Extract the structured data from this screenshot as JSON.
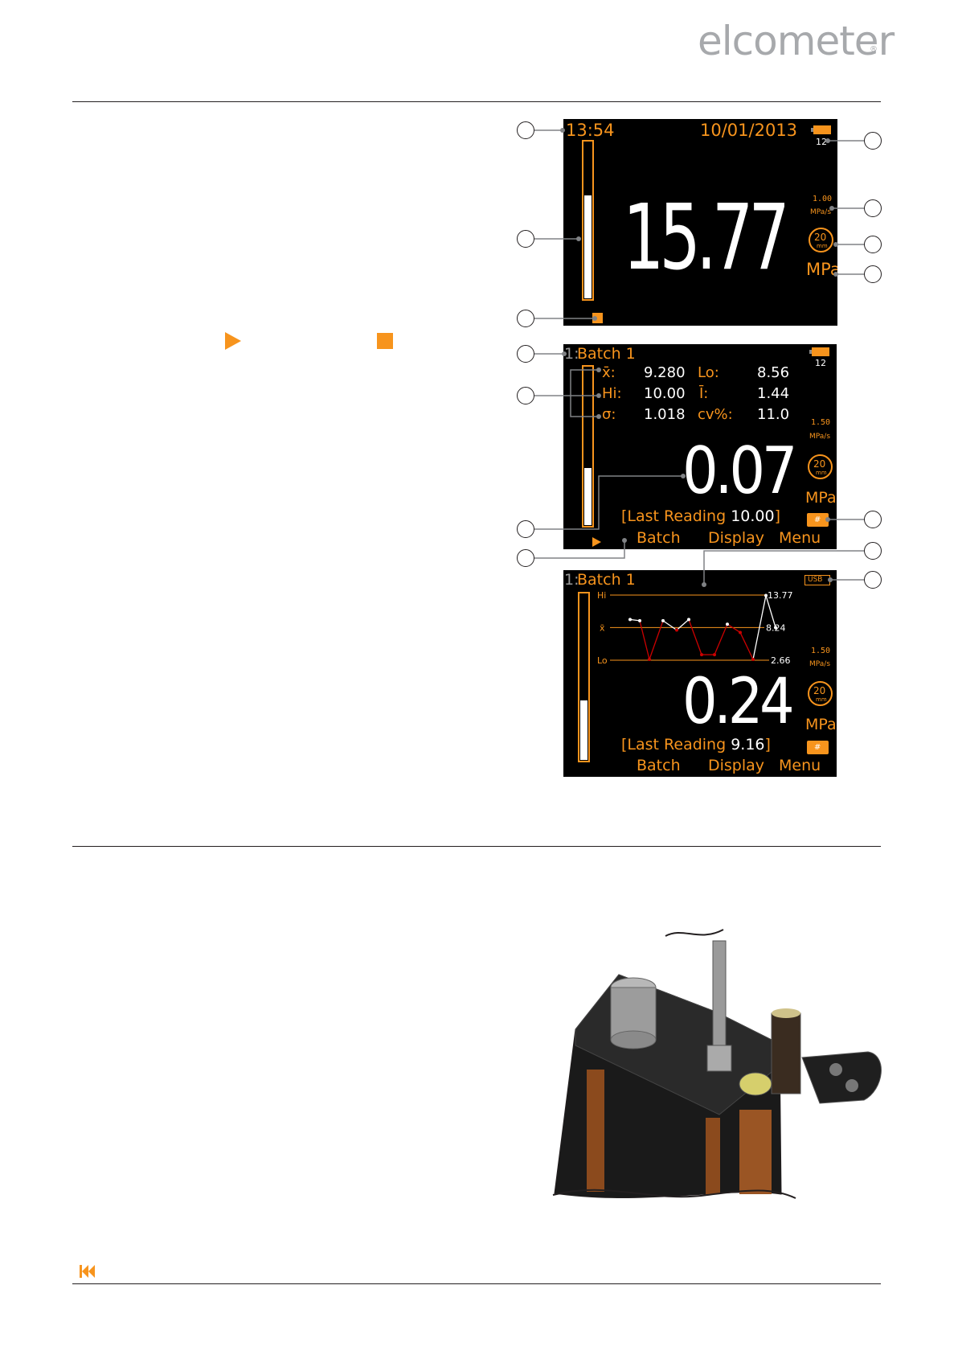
{
  "brand": {
    "logo_text": "elcometer",
    "registered": "®"
  },
  "inline_icons": [
    "play-icon",
    "stop-icon"
  ],
  "screen1": {
    "time": "13:54",
    "date": "10/01/2013",
    "battery_count": "12",
    "rate_value": "1.00",
    "rate_unit": "MPa/s",
    "dolly_size": "20",
    "dolly_unit": "mm",
    "reading": "15.77",
    "unit": "MPa",
    "bar_fill_fraction": 0.66
  },
  "screen2": {
    "batch_prefix": "1:",
    "batch_name": "Batch 1",
    "battery_count": "12",
    "stats": [
      {
        "label": "x̄:",
        "value": "9.280",
        "label2": "Lo:",
        "value2": "8.56"
      },
      {
        "label": "Hi:",
        "value": "10.00",
        "label2": "Ī:",
        "value2": "1.44"
      },
      {
        "label": "σ:",
        "value": "1.018",
        "label2": "cv%:",
        "value2": "11.0"
      }
    ],
    "rate_value": "1.50",
    "rate_unit": "MPa/s",
    "dolly_size": "20",
    "dolly_unit": "mm",
    "reading": "0.07",
    "unit": "MPa",
    "last_reading_label": "[Last Reading",
    "last_reading_value": "10.00",
    "last_reading_close": "]",
    "softkeys": [
      "Batch",
      "Display",
      "Menu"
    ],
    "bar_fill_fraction": 0.36
  },
  "screen3": {
    "batch_prefix": "1:",
    "batch_name": "Batch 1",
    "usb_label": "USB",
    "chart_data": {
      "type": "line",
      "hi_label": "Hi",
      "mean_label": "x̄",
      "lo_label": "Lo",
      "hi_value": "13.77",
      "mean_value": "8.24",
      "lo_value": "2.66",
      "ylim": [
        2.66,
        13.77
      ],
      "values": [
        9.6,
        9.4,
        2.8,
        9.4,
        7.8,
        9.6,
        3.6,
        3.6,
        8.8,
        7.4,
        2.8,
        13.7,
        8.24
      ]
    },
    "rate_value": "1.50",
    "rate_unit": "MPa/s",
    "dolly_size": "20",
    "dolly_unit": "mm",
    "reading": "0.24",
    "unit": "MPa",
    "last_reading_label": "[Last Reading",
    "last_reading_value": "9.16",
    "last_reading_close": "]",
    "softkeys": [
      "Batch",
      "Display",
      "Menu"
    ],
    "bar_fill_fraction": 0.36
  },
  "colors": {
    "accent": "#f7941d",
    "screen_bg": "#000000",
    "below_mean": "#cc0000",
    "above_mean": "#ffffff"
  }
}
